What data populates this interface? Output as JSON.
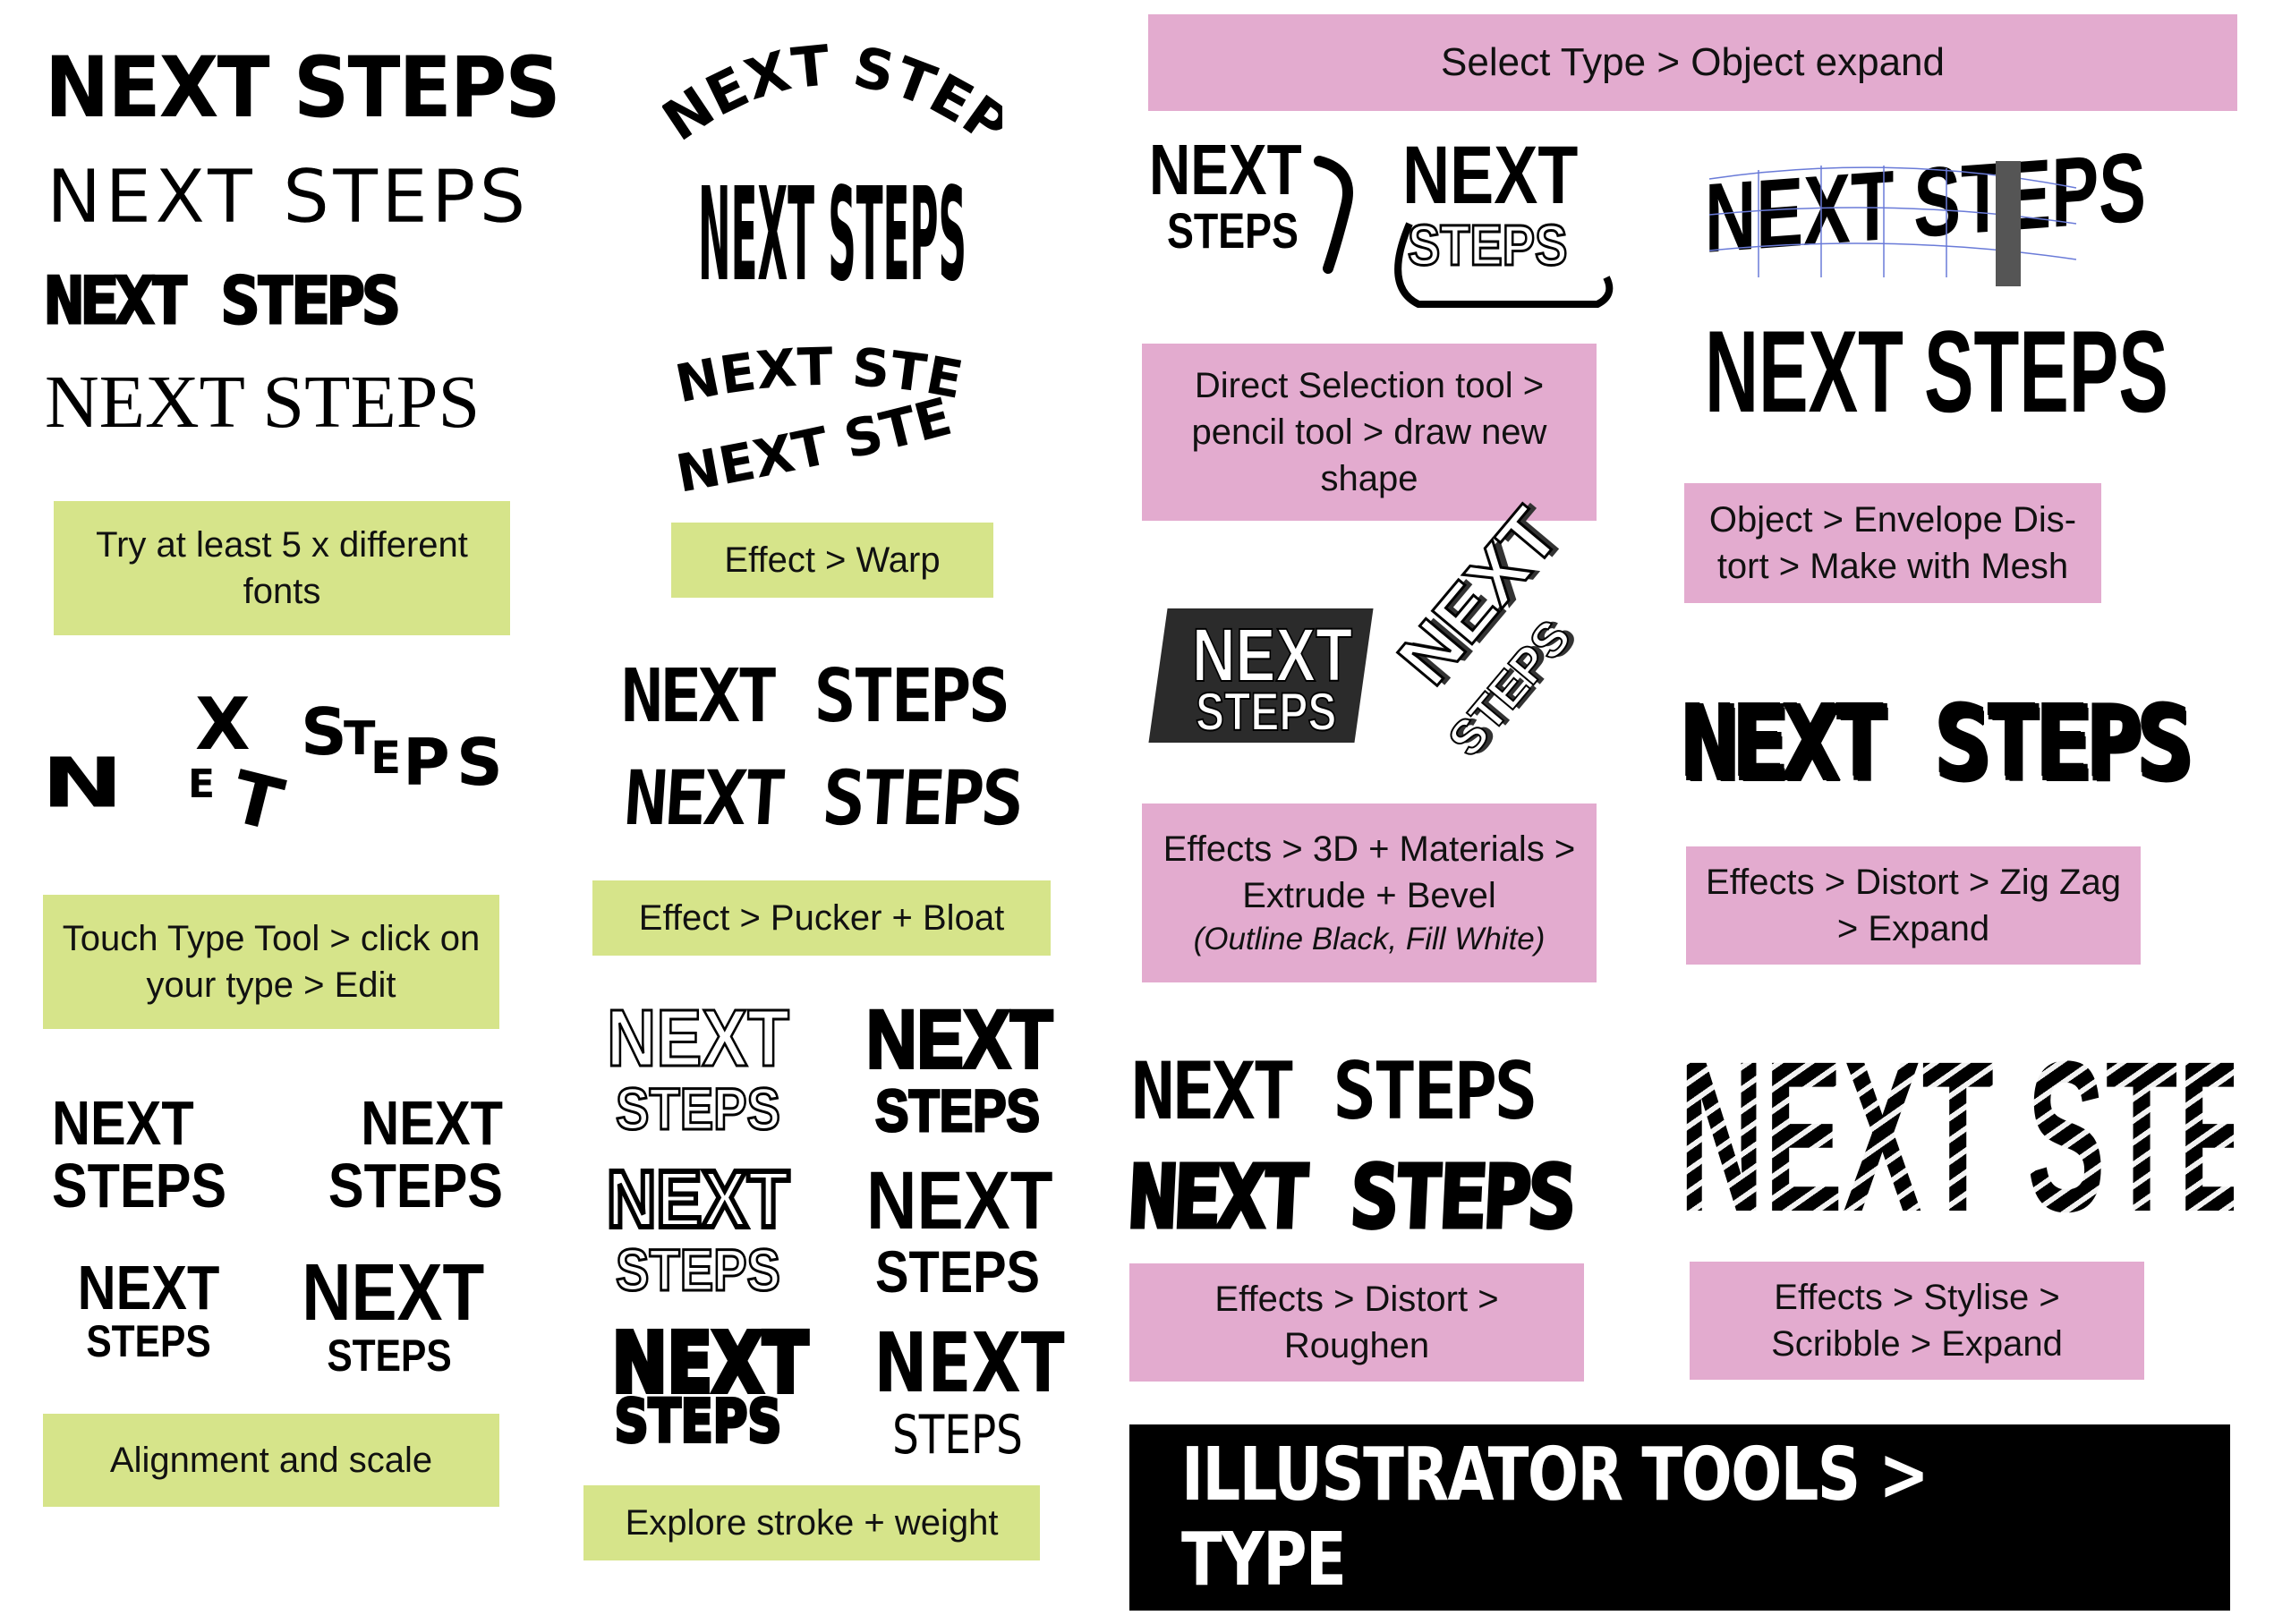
{
  "sample_text": "NEXT STEPS",
  "word_next": "NEXT",
  "word_steps": "STEPS",
  "letters": {
    "n": "N",
    "e": "E",
    "x": "X",
    "t": "T",
    "s": "S",
    "t2": "T",
    "e2": "E",
    "p": "P",
    "s2": "S"
  },
  "labels": {
    "fonts": "Try at least 5 x different fonts",
    "touch_type": "Touch Type Tool > click on your type > Edit",
    "alignment": "Alignment and scale",
    "warp": "Effect > Warp",
    "pucker": "Effect > Pucker + Bloat",
    "stroke": "Explore stroke + weight",
    "select_type": "Select Type > Object expand",
    "direct_selection": "Direct Selection tool > pencil tool > draw new shape",
    "envelope": "Object > Envelope Dis-tort > Make with Mesh",
    "extrude_main": "Effects > 3D + Materials > Extrude + Bevel",
    "extrude_note": "(Outline Black, Fill White)",
    "zigzag": "Effects > Distort > Zig Zag > Expand",
    "roughen": "Effects > Distort > Roughen",
    "scribble": "Effects > Stylise > Scribble > Expand"
  },
  "title": "ILLUSTRATOR TOOLS > TYPE",
  "colors": {
    "green": "#d6e48a",
    "pink": "#e3abcf",
    "black": "#000000",
    "white": "#ffffff"
  }
}
